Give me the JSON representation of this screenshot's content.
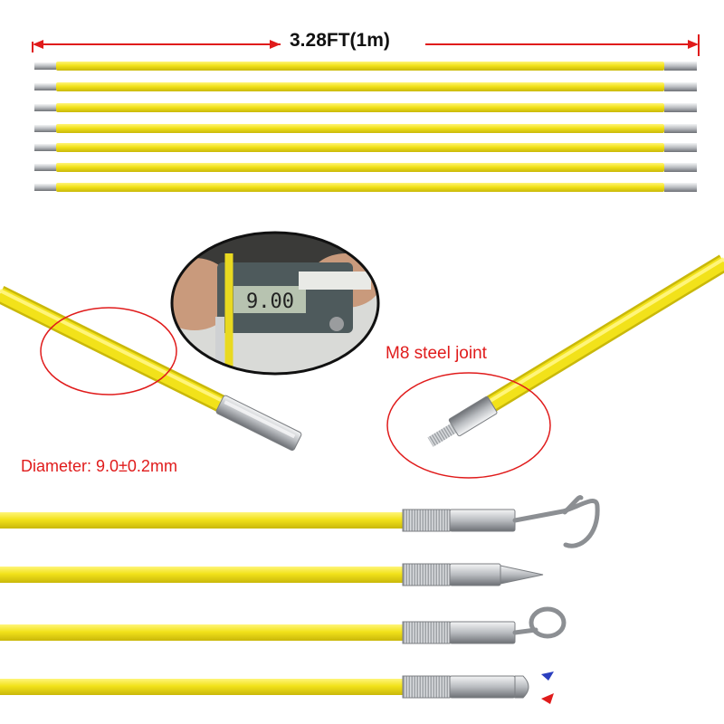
{
  "product": {
    "length_label": "3.28FT(1m)",
    "joint_label": "M8 steel joint",
    "diameter_label": "Diameter: 9.0±0.2mm",
    "caliper_reading": "9.00"
  },
  "colors": {
    "rod_yellow": "#f2e21a",
    "annotation_red": "#e01b1b",
    "metal": "#b9bcc0"
  },
  "icons": {
    "end_fittings": [
      "hook-icon",
      "cone-tip-icon",
      "eye-loop-icon",
      "bullet-tip-icon"
    ]
  }
}
